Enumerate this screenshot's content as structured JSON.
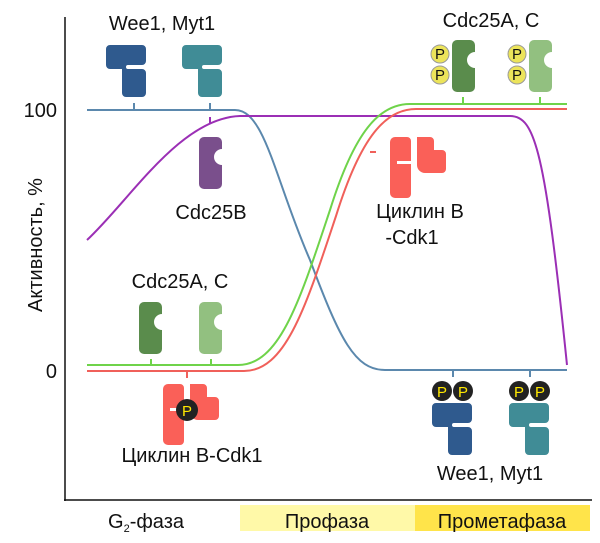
{
  "axis": {
    "ylabel": "Активность, %",
    "y_top": "100",
    "y_bottom": "0"
  },
  "phases": [
    {
      "label": "G",
      "sub": "2",
      "suffix": "-фаза"
    },
    {
      "label": "Профаза",
      "color": "#fff9a8"
    },
    {
      "label": "Прометафаза",
      "color": "#ffe44a"
    }
  ],
  "labels": {
    "wee_top": "Wee1, Myt1",
    "cdc25b": "Cdc25B",
    "cdc25ac_top": "Cdc25A, C",
    "cyclin_right_1": "Циклин B",
    "cyclin_right_2": "-Cdk1",
    "cdc25ac_bottom": "Cdc25A, C",
    "cyclin_bottom": "Циклин B-Cdk1",
    "wee_bottom": "Wee1, Myt1",
    "phospho": "P"
  },
  "colors": {
    "wee1": "#2f5a8e",
    "myt1": "#408c96",
    "cdc25b": "#7a4f8c",
    "cdc25a": "#5a8c4c",
    "cdc25c": "#92c080",
    "cyclin": "#fa6058",
    "line_wee": "#5b88ad",
    "line_cdc25b": "#9b2fb5",
    "line_cdc25ac": "#6fd34a",
    "line_cyclin": "#f0605a"
  }
}
